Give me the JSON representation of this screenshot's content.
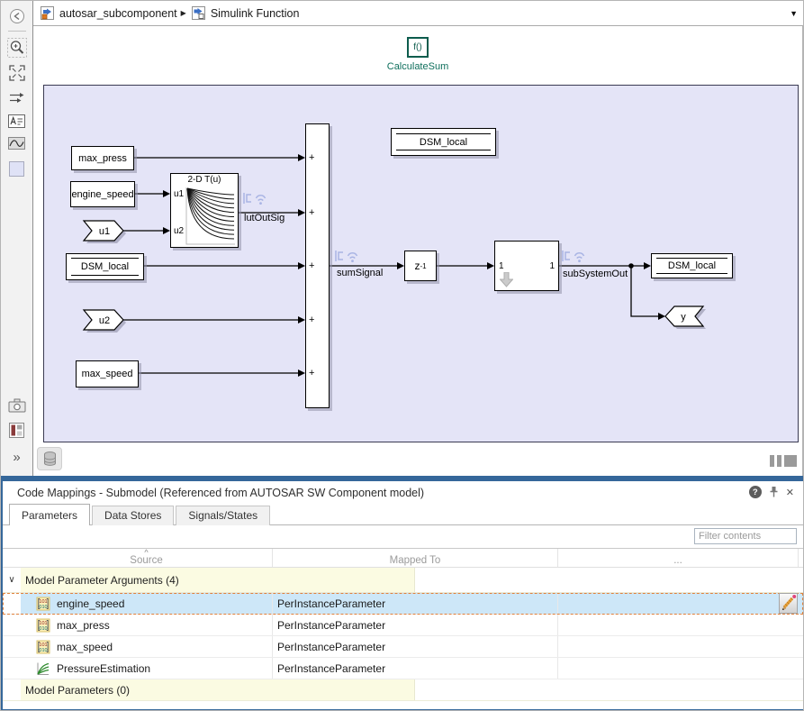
{
  "icons": {
    "expand_toolbar": "»",
    "breadcrumb_sep": "▶",
    "dropdown": "▼",
    "help": "?",
    "close": "✕",
    "sort_asc": "^",
    "group_expander": "∨"
  },
  "breadcrumb": {
    "items": [
      {
        "label": "autosar_subcomponent"
      },
      {
        "label": "Simulink Function"
      }
    ]
  },
  "canvas": {
    "function_badge": {
      "symbol": "f()",
      "label": "CalculateSum"
    },
    "blocks": {
      "max_press": "max_press",
      "engine_speed": "engine_speed",
      "port_u1": "u1",
      "dsm_read": "DSM_local",
      "port_u2": "u2",
      "max_speed": "max_speed",
      "lookup_title": "2-D T(u)",
      "lookup_in1": "u1",
      "lookup_in2": "u2",
      "sum_plus": "+",
      "dsm_store": "DSM_local",
      "delay_base": "z",
      "delay_exp": "-1",
      "subsystem_in": "1",
      "subsystem_out": "1",
      "dsm_write": "DSM_local",
      "port_y": "y"
    },
    "signal_labels": {
      "lut": "lutOutSig",
      "sum": "sumSignal",
      "subsystem": "subSystemOut"
    }
  },
  "panel": {
    "title": "Code Mappings - Submodel (Referenced from AUTOSAR SW Component model)",
    "tabs": [
      {
        "label": "Parameters"
      },
      {
        "label": "Data Stores"
      },
      {
        "label": "Signals/States"
      }
    ],
    "filter_placeholder": "Filter contents",
    "table": {
      "headers": [
        "Source",
        "Mapped To",
        "..."
      ],
      "group1_label": "Model Parameter Arguments (4)",
      "group2_label": "Model Parameters (0)",
      "rows": [
        {
          "source": "engine_speed",
          "mapped": "PerInstanceParameter",
          "selected": true
        },
        {
          "source": "max_press",
          "mapped": "PerInstanceParameter",
          "selected": false
        },
        {
          "source": "max_speed",
          "mapped": "PerInstanceParameter",
          "selected": false
        },
        {
          "source": "PressureEstimation",
          "mapped": "PerInstanceParameter",
          "selected": false
        }
      ]
    }
  },
  "colors": {
    "panel_border": "#35679a",
    "selection_bg": "#cde7f8",
    "selection_outline": "#e0813c",
    "group_row_bg": "#fbfbe2",
    "canvas_region_bg": "#e4e4f7",
    "function_teal": "#0f6f5c",
    "badge_blue": "#a9b4e4"
  }
}
